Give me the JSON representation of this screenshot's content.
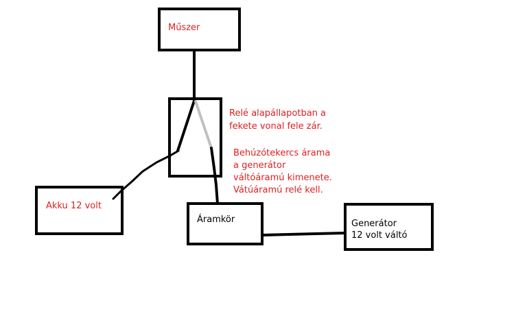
{
  "boxes": {
    "muszer": "Műszer",
    "akku": "Akku 12 volt",
    "aramkor": "Áramkör",
    "generator_line1": "Generátor",
    "generator_line2": "12 volt váltó"
  },
  "notes": {
    "rele_line1": "Relé alapállapotban a",
    "rele_line2": "fekete vonal fele zár.",
    "coil_line1": "Behúzótekercs árama",
    "coil_line2": "a generátor",
    "coil_line3": "váltóáramú kimenete.",
    "coil_line4": "Vátúáramú relé kell."
  },
  "colors": {
    "outline": "#000000",
    "note_text": "#e02020",
    "relay_contact": "#c0c0c0"
  }
}
